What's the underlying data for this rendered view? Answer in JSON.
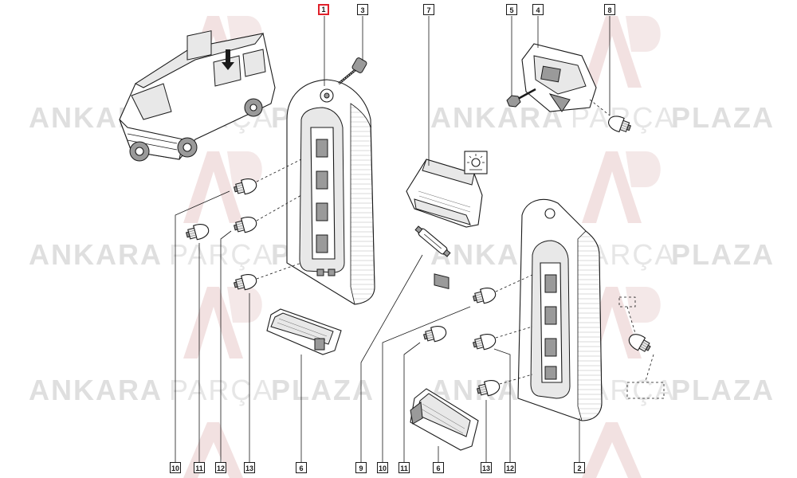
{
  "watermark": {
    "brand_bold_1": "ANKARA",
    "brand_light": "PARÇA",
    "brand_bold_2": "PLAZA",
    "logo_letters": "AP",
    "color": "#dcdcdc"
  },
  "callouts": [
    {
      "id": "c1",
      "label": "1",
      "highlight": true
    },
    {
      "id": "c3",
      "label": "3",
      "highlight": false
    },
    {
      "id": "c7",
      "label": "7",
      "highlight": false
    },
    {
      "id": "c5",
      "label": "5",
      "highlight": false
    },
    {
      "id": "c4",
      "label": "4",
      "highlight": false
    },
    {
      "id": "c8",
      "label": "8",
      "highlight": false
    },
    {
      "id": "c10a",
      "label": "10",
      "highlight": false
    },
    {
      "id": "c11a",
      "label": "11",
      "highlight": false
    },
    {
      "id": "c12a",
      "label": "12",
      "highlight": false
    },
    {
      "id": "c13a",
      "label": "13",
      "highlight": false
    },
    {
      "id": "c6a",
      "label": "6",
      "highlight": false
    },
    {
      "id": "c9",
      "label": "9",
      "highlight": false
    },
    {
      "id": "c10b",
      "label": "10",
      "highlight": false
    },
    {
      "id": "c11b",
      "label": "11",
      "highlight": false
    },
    {
      "id": "c6b",
      "label": "6",
      "highlight": false
    },
    {
      "id": "c13b",
      "label": "13",
      "highlight": false
    },
    {
      "id": "c12b",
      "label": "12",
      "highlight": false
    },
    {
      "id": "c2",
      "label": "2",
      "highlight": false
    }
  ],
  "icons": {
    "van": "van-icon",
    "lamp_symbol": "lamp-symbol-icon",
    "bulb": "bulb-icon",
    "screw": "screw-icon",
    "nut": "nut-icon"
  },
  "colors": {
    "line": "#1a1a1a",
    "highlight": "#e0202a"
  }
}
